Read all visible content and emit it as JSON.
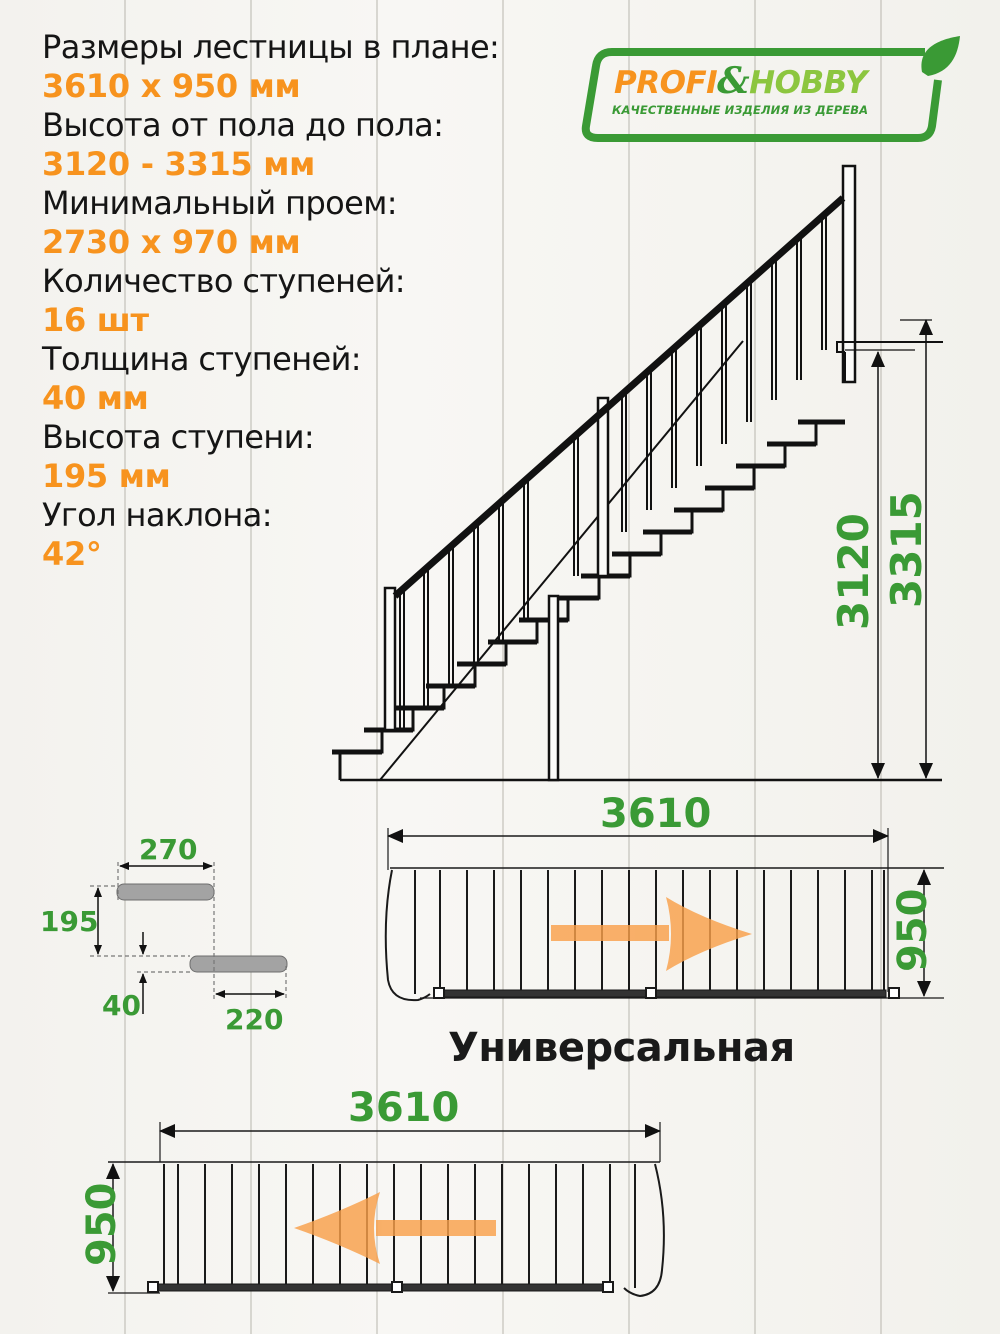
{
  "specs": [
    {
      "label": "Размеры лестницы в плане:",
      "value": "3610 x 950 мм"
    },
    {
      "label": "Высота от пола до пола:",
      "value": "3120 - 3315 мм"
    },
    {
      "label": "Минимальный проем:",
      "value": "2730 x 970 мм"
    },
    {
      "label": "Количество ступеней:",
      "value": "16 шт"
    },
    {
      "label": "Толщина ступеней:",
      "value": "40 мм"
    },
    {
      "label": "Высота ступени:",
      "value": "195 мм"
    },
    {
      "label": "Угол наклона:",
      "value": "42°"
    }
  ],
  "logo": {
    "brand_left": "PROFI",
    "brand_amp": "&",
    "brand_right": "HOBBY",
    "tagline": "КАЧЕСТВЕННЫЕ ИЗДЕЛИЯ ИЗ ДЕРЕВА",
    "colors": {
      "green": "#3a9a35",
      "light_green": "#8cc63f",
      "orange": "#f7931e"
    }
  },
  "side_view": {
    "height_min": "3120",
    "height_max": "3315",
    "steps": 16
  },
  "step_detail": {
    "going": "270",
    "rise": "195",
    "thickness": "40",
    "tread_depth": "220"
  },
  "plan_right": {
    "length": "3610",
    "width": "950",
    "direction": "right"
  },
  "variant_label": "Универсальная",
  "plan_left": {
    "length": "3610",
    "width": "950",
    "direction": "left"
  },
  "colors": {
    "accent_orange": "#f7931e",
    "dimension_green": "#3a9a35",
    "arrow_orange": "#f9a04a",
    "tread_gray": "#a0a0a0"
  }
}
